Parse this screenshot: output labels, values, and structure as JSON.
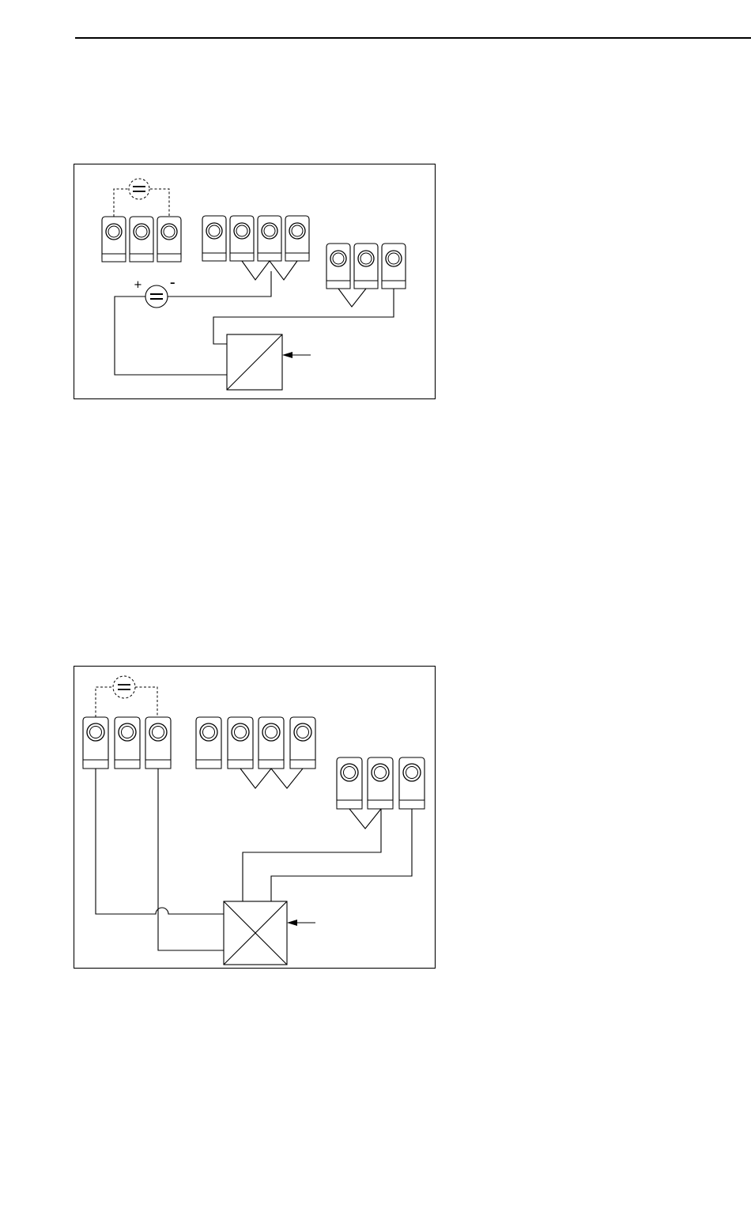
{
  "document": {
    "header_rule": true,
    "figures": [
      {
        "id": "terminal-wiring-diagram-1",
        "terminal_groups": [
          {
            "count": 3
          },
          {
            "count": 4
          },
          {
            "count": 3
          }
        ],
        "dc_source_symbol": "=",
        "polarity": {
          "plus": "+",
          "minus": "–"
        },
        "dc_measurement_source_symbol": "=",
        "converter_type": "single-diagonal"
      },
      {
        "id": "terminal-wiring-diagram-2",
        "terminal_groups": [
          {
            "count": 3
          },
          {
            "count": 4
          },
          {
            "count": 3
          }
        ],
        "dc_measurement_source_symbol": "=",
        "converter_type": "double-diagonal"
      }
    ]
  },
  "icons": {
    "dc_source": "dc-source-icon",
    "terminal": "screw-terminal-icon",
    "converter": "converter-block-icon",
    "arrow": "input-arrow-icon"
  }
}
